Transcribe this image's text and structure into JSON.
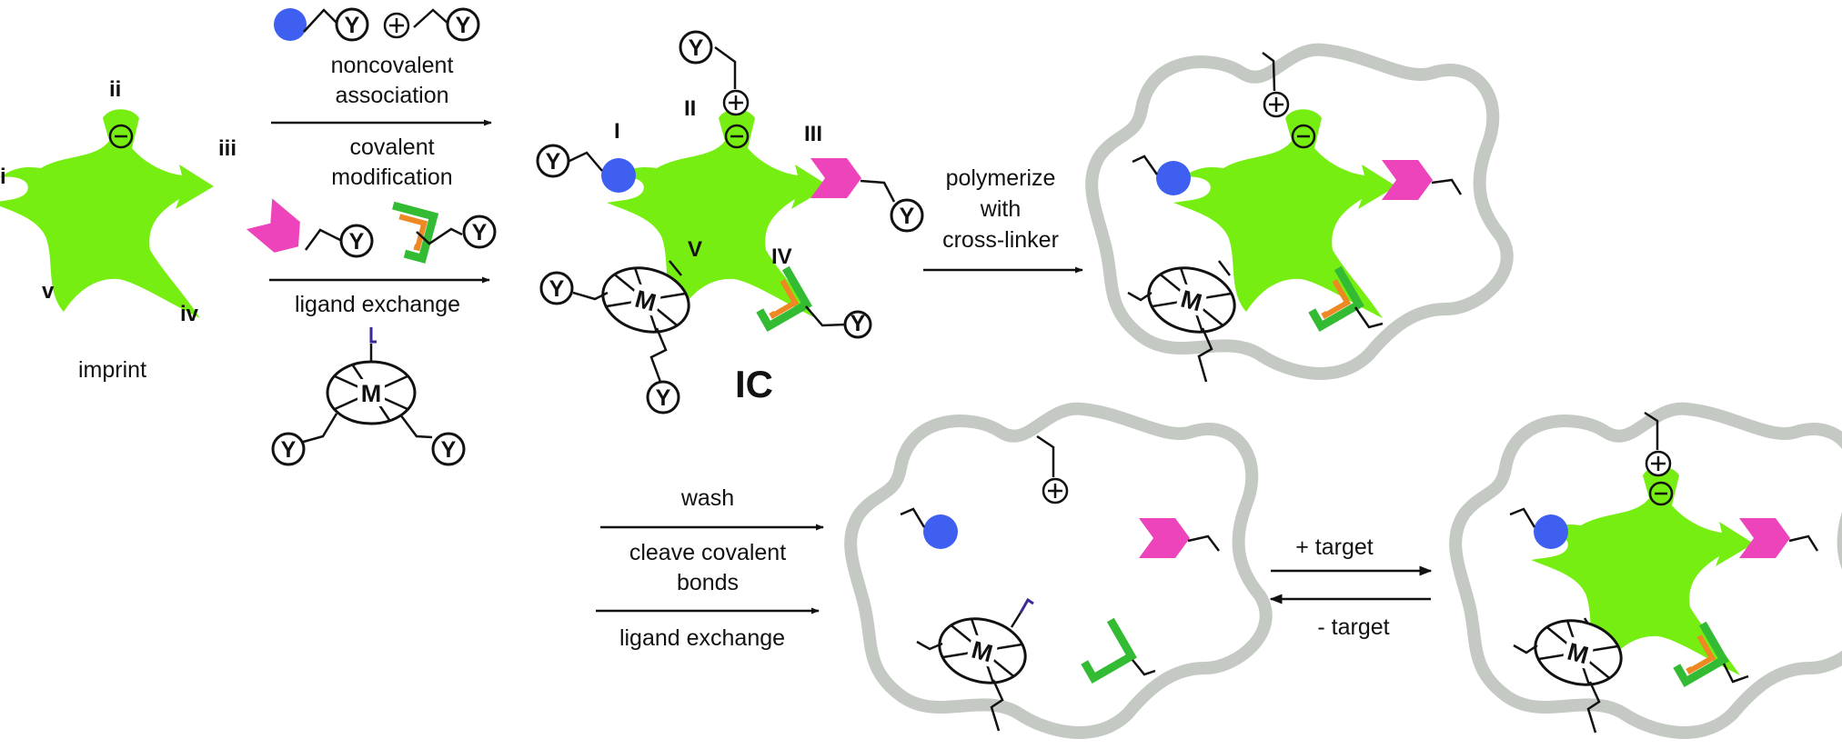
{
  "labels": {
    "imprint": "imprint",
    "noncovalent_1": "noncovalent",
    "noncovalent_2": "association",
    "covalent_1": "covalent",
    "covalent_2": "modification",
    "ligand_exchange": "ligand exchange",
    "polymerize_1": "polymerize",
    "polymerize_2": "with",
    "polymerize_3": "cross-linker",
    "wash": "wash",
    "cleave_1": "cleave covalent",
    "cleave_2": "bonds",
    "ligand_exchange_2": "ligand exchange",
    "plus_target": "+ target",
    "minus_target": "- target",
    "complex_label": "IC"
  },
  "site_labels_imprint": {
    "i": "i",
    "ii": "ii",
    "iii": "iii",
    "iv": "iv",
    "v": "v"
  },
  "site_labels_complex": {
    "I": "I",
    "II": "II",
    "III": "III",
    "IV": "IV",
    "V": "V"
  },
  "symbols": {
    "Y": "Y",
    "M": "M",
    "L": "L",
    "plus": "+",
    "minus": "−"
  },
  "colors": {
    "imprint_green": "#77ee11",
    "noncovalent_blue": "#3f5ff0",
    "covalent_pink": "#ee44bb",
    "bracket_green": "#33bb33",
    "bracket_orange": "#ee8822",
    "ligand_purple": "#3a2a99",
    "polymer_grey": "#c4c9c4"
  }
}
